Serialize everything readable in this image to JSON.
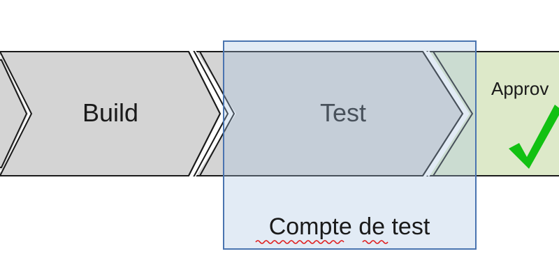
{
  "pipeline": {
    "stages": [
      {
        "label": "Build"
      },
      {
        "label": "Test"
      },
      {
        "label": "Approv"
      }
    ]
  },
  "environment": {
    "label": "Compte de test"
  },
  "colors": {
    "stage_fill": "#d4d4d4",
    "approve_fill": "#dde9c9",
    "checkmark": "#12c112",
    "env_box_fill": "#a8c2e0",
    "env_box_stroke": "#4a74b0",
    "spellcheck_underline": "#e01b1b"
  },
  "icons": {
    "approval": "checkmark-icon"
  }
}
